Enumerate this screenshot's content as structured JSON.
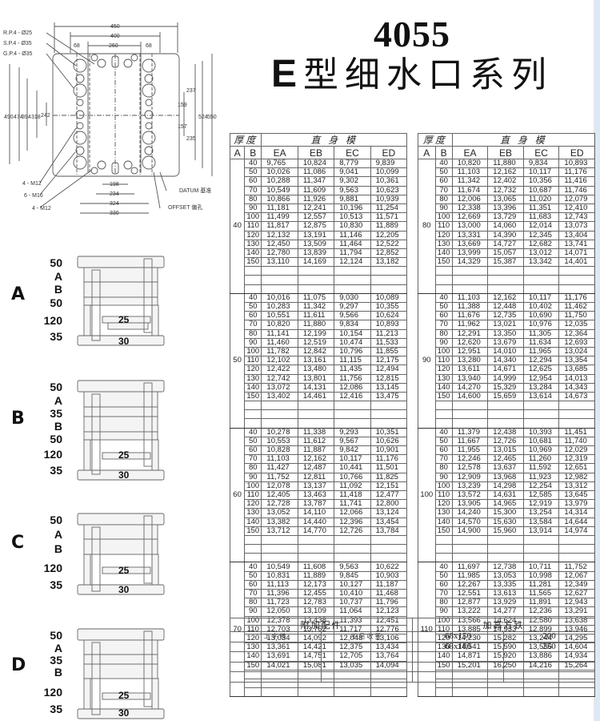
{
  "header": {
    "model": "4055",
    "series_prefix": "E",
    "series_title": "型细水口系列"
  },
  "plate_drawing": {
    "labels": {
      "rp": "R. P. 4 - Ø25",
      "sp": "S. P. 4 - Ø35",
      "gp": "G. P. 4 - Ø35",
      "m12_a": "4 - M12",
      "m16": "6 - M16",
      "m12_b": "4 - M12",
      "datum": "DATUM 基准",
      "offset": "OFFSET 偏孔"
    },
    "top_dims": [
      "450",
      "400",
      "68",
      "260",
      "68"
    ],
    "bottom_dims": [
      "198",
      "234",
      "324",
      "330"
    ],
    "left_dims": [
      "490",
      "474",
      "394",
      "318",
      "242"
    ],
    "right_dims": [
      "237",
      "159",
      "157",
      "235",
      "524",
      "550"
    ]
  },
  "stack_diagrams": [
    {
      "label": "A",
      "dims": [
        "50",
        "A",
        "B",
        "50",
        "120",
        "35"
      ],
      "inner": [
        "25",
        "30"
      ]
    },
    {
      "label": "B",
      "dims": [
        "50",
        "A",
        "35",
        "B",
        "50",
        "120",
        "35"
      ],
      "inner": [
        "25",
        "30"
      ]
    },
    {
      "label": "C",
      "dims": [
        "50",
        "A",
        "B",
        "120",
        "35"
      ],
      "inner": [
        "25",
        "30"
      ]
    },
    {
      "label": "D",
      "dims": [
        "50",
        "A",
        "35",
        "B",
        "120",
        "35"
      ],
      "inner": [
        "25",
        "30"
      ]
    }
  ],
  "price_table": {
    "group_header_thickness": "厚度",
    "group_header_type": "直 身 模",
    "columns": [
      "A",
      "B",
      "EA",
      "EB",
      "EC",
      "ED"
    ],
    "left_groups": [
      {
        "A": "40",
        "rows": [
          [
            "40",
            "9,765",
            "10,824",
            "8,779",
            "9,839"
          ],
          [
            "50",
            "10,026",
            "11,086",
            "9,041",
            "10,099"
          ],
          [
            "60",
            "10,288",
            "11,347",
            "9,302",
            "10,361"
          ],
          [
            "70",
            "10,549",
            "11,609",
            "9,563",
            "10,623"
          ],
          [
            "80",
            "10,866",
            "11,926",
            "9,881",
            "10,939"
          ],
          [
            "90",
            "11,181",
            "12,241",
            "10,196",
            "11,254"
          ],
          [
            "100",
            "11,499",
            "12,557",
            "10,513",
            "11,571"
          ],
          [
            "110",
            "11,817",
            "12,875",
            "10,830",
            "11,889"
          ],
          [
            "120",
            "12,132",
            "13,191",
            "11,146",
            "12,205"
          ],
          [
            "130",
            "12,450",
            "13,509",
            "11,464",
            "12,522"
          ],
          [
            "140",
            "12,780",
            "13,839",
            "11,794",
            "12,852"
          ],
          [
            "150",
            "13,110",
            "14,169",
            "12,124",
            "13,182"
          ]
        ]
      },
      {
        "A": "50",
        "rows": [
          [
            "40",
            "10,016",
            "11,075",
            "9,030",
            "10,089"
          ],
          [
            "50",
            "10,283",
            "11,342",
            "9,297",
            "10,355"
          ],
          [
            "60",
            "10,551",
            "11,611",
            "9,566",
            "10,624"
          ],
          [
            "70",
            "10,820",
            "11,880",
            "9,834",
            "10,893"
          ],
          [
            "80",
            "11,141",
            "12,199",
            "10,154",
            "11,213"
          ],
          [
            "90",
            "11,460",
            "12,519",
            "10,474",
            "11,533"
          ],
          [
            "100",
            "11,782",
            "12,842",
            "10,796",
            "11,855"
          ],
          [
            "110",
            "12,102",
            "13,161",
            "11,115",
            "12,175"
          ],
          [
            "120",
            "12,422",
            "13,480",
            "11,435",
            "12,494"
          ],
          [
            "130",
            "12,742",
            "13,801",
            "11,756",
            "12,815"
          ],
          [
            "140",
            "13,072",
            "14,131",
            "12,086",
            "13,145"
          ],
          [
            "150",
            "13,402",
            "14,461",
            "12,416",
            "13,475"
          ]
        ]
      },
      {
        "A": "60",
        "rows": [
          [
            "40",
            "10,278",
            "11,338",
            "9,293",
            "10,351"
          ],
          [
            "50",
            "10,553",
            "11,612",
            "9,567",
            "10,626"
          ],
          [
            "60",
            "10,828",
            "11,887",
            "9,842",
            "10,901"
          ],
          [
            "70",
            "11,103",
            "12,162",
            "10,117",
            "11,176"
          ],
          [
            "80",
            "11,427",
            "12,487",
            "10,441",
            "11,501"
          ],
          [
            "90",
            "11,752",
            "12,811",
            "10,766",
            "11,825"
          ],
          [
            "100",
            "12,078",
            "13,137",
            "11,092",
            "12,151"
          ],
          [
            "110",
            "12,405",
            "13,463",
            "11,418",
            "12,477"
          ],
          [
            "120",
            "12,728",
            "13,787",
            "11,741",
            "12,800"
          ],
          [
            "130",
            "13,052",
            "14,110",
            "12,066",
            "13,124"
          ],
          [
            "140",
            "13,382",
            "14,440",
            "12,396",
            "13,454"
          ],
          [
            "150",
            "13,712",
            "14,770",
            "12,726",
            "13,784"
          ]
        ]
      },
      {
        "A": "70",
        "rows": [
          [
            "40",
            "10,549",
            "11,608",
            "9,563",
            "10,622"
          ],
          [
            "50",
            "10,831",
            "11,889",
            "9,845",
            "10,903"
          ],
          [
            "60",
            "11,113",
            "12,173",
            "10,127",
            "11,187"
          ],
          [
            "70",
            "11,396",
            "12,455",
            "10,410",
            "11,468"
          ],
          [
            "80",
            "11,723",
            "12,783",
            "10,737",
            "11,796"
          ],
          [
            "90",
            "12,050",
            "13,109",
            "11,064",
            "12,123"
          ],
          [
            "100",
            "12,378",
            "13,438",
            "11,393",
            "12,451"
          ],
          [
            "110",
            "12,703",
            "13,762",
            "11,717",
            "12,776"
          ],
          [
            "120",
            "13,034",
            "14,092",
            "12,048",
            "13,106"
          ],
          [
            "130",
            "13,361",
            "14,421",
            "12,375",
            "13,434"
          ],
          [
            "140",
            "13,691",
            "14,751",
            "12,705",
            "13,764"
          ],
          [
            "150",
            "14,021",
            "15,081",
            "13,035",
            "14,094"
          ]
        ]
      }
    ],
    "right_groups": [
      {
        "A": "80",
        "rows": [
          [
            "40",
            "10,820",
            "11,880",
            "9,834",
            "10,893"
          ],
          [
            "50",
            "11,103",
            "12,162",
            "10,117",
            "11,176"
          ],
          [
            "60",
            "11,342",
            "12,402",
            "10,356",
            "11,416"
          ],
          [
            "70",
            "11,674",
            "12,732",
            "10,687",
            "11,746"
          ],
          [
            "80",
            "12,006",
            "13,065",
            "11,020",
            "12,079"
          ],
          [
            "90",
            "12,338",
            "13,396",
            "11,351",
            "12,410"
          ],
          [
            "100",
            "12,669",
            "13,729",
            "11,683",
            "12,743"
          ],
          [
            "110",
            "13,000",
            "14,060",
            "12,014",
            "13,073"
          ],
          [
            "120",
            "13,331",
            "14,390",
            "12,345",
            "13,404"
          ],
          [
            "130",
            "13,669",
            "14,727",
            "12,682",
            "13,741"
          ],
          [
            "140",
            "13,999",
            "15,057",
            "13,012",
            "14,071"
          ],
          [
            "150",
            "14,329",
            "15,387",
            "13,342",
            "14,401"
          ]
        ]
      },
      {
        "A": "90",
        "rows": [
          [
            "40",
            "11,103",
            "12,162",
            "10,117",
            "11,176"
          ],
          [
            "50",
            "11,388",
            "12,448",
            "10,402",
            "11,462"
          ],
          [
            "60",
            "11,676",
            "12,735",
            "10,690",
            "11,750"
          ],
          [
            "70",
            "11,962",
            "13,021",
            "10,976",
            "12,035"
          ],
          [
            "80",
            "12,291",
            "13,350",
            "11,305",
            "12,364"
          ],
          [
            "90",
            "12,620",
            "13,679",
            "11,634",
            "12,693"
          ],
          [
            "100",
            "12,951",
            "14,010",
            "11,965",
            "13,024"
          ],
          [
            "110",
            "13,280",
            "14,340",
            "12,294",
            "13,354"
          ],
          [
            "120",
            "13,611",
            "14,671",
            "12,625",
            "13,685"
          ],
          [
            "130",
            "13,940",
            "14,999",
            "12,954",
            "14,013"
          ],
          [
            "140",
            "14,270",
            "15,329",
            "13,284",
            "14,343"
          ],
          [
            "150",
            "14,600",
            "15,659",
            "13,614",
            "14,673"
          ]
        ]
      },
      {
        "A": "100",
        "rows": [
          [
            "40",
            "11,379",
            "12,438",
            "10,393",
            "11,451"
          ],
          [
            "50",
            "11,667",
            "12,726",
            "10,681",
            "11,740"
          ],
          [
            "60",
            "11,955",
            "13,015",
            "10,969",
            "12,029"
          ],
          [
            "70",
            "12,246",
            "12,465",
            "11,260",
            "12,319"
          ],
          [
            "80",
            "12,578",
            "13,637",
            "11,592",
            "12,651"
          ],
          [
            "90",
            "12,909",
            "13,968",
            "11,923",
            "12,982"
          ],
          [
            "100",
            "13,239",
            "14,298",
            "12,254",
            "13,312"
          ],
          [
            "110",
            "13,572",
            "14,631",
            "12,585",
            "13,645"
          ],
          [
            "120",
            "13,905",
            "14,965",
            "12,919",
            "13,979"
          ],
          [
            "130",
            "14,240",
            "15,300",
            "13,254",
            "14,314"
          ],
          [
            "140",
            "14,570",
            "15,630",
            "13,584",
            "14,644"
          ],
          [
            "150",
            "14,900",
            "15,960",
            "13,914",
            "14,974"
          ]
        ]
      },
      {
        "A": "110",
        "rows": [
          [
            "40",
            "11,697",
            "12,738",
            "10,711",
            "11,752"
          ],
          [
            "50",
            "11,985",
            "13,053",
            "10,998",
            "12,067"
          ],
          [
            "60",
            "12,267",
            "13,335",
            "11,281",
            "12,349"
          ],
          [
            "70",
            "12,551",
            "13,613",
            "11,565",
            "12,627"
          ],
          [
            "80",
            "12,877",
            "13,929",
            "11,891",
            "12,943"
          ],
          [
            "90",
            "13,222",
            "14,277",
            "12,236",
            "13,291"
          ],
          [
            "100",
            "13,566",
            "14,624",
            "12,580",
            "13,638"
          ],
          [
            "110",
            "13,885",
            "14,933",
            "12,899",
            "13,946"
          ],
          [
            "120",
            "14,230",
            "15,282",
            "13,244",
            "14,295"
          ],
          [
            "130",
            "14,541",
            "15,590",
            "13,556",
            "14,604"
          ],
          [
            "140",
            "14,871",
            "15,920",
            "13,886",
            "14,934"
          ],
          [
            "150",
            "15,201",
            "16,250",
            "14,216",
            "15,264"
          ]
        ]
      }
    ]
  },
  "extra_table": {
    "accessories_header": "附加配件",
    "spacer_header": "加高方铁",
    "accessory_item": "工字模",
    "accessory_note": "不另收费",
    "spacer_rows": [
      {
        "size": "68x150",
        "value": "200"
      },
      {
        "size": "68x180",
        "value": "250"
      }
    ]
  }
}
